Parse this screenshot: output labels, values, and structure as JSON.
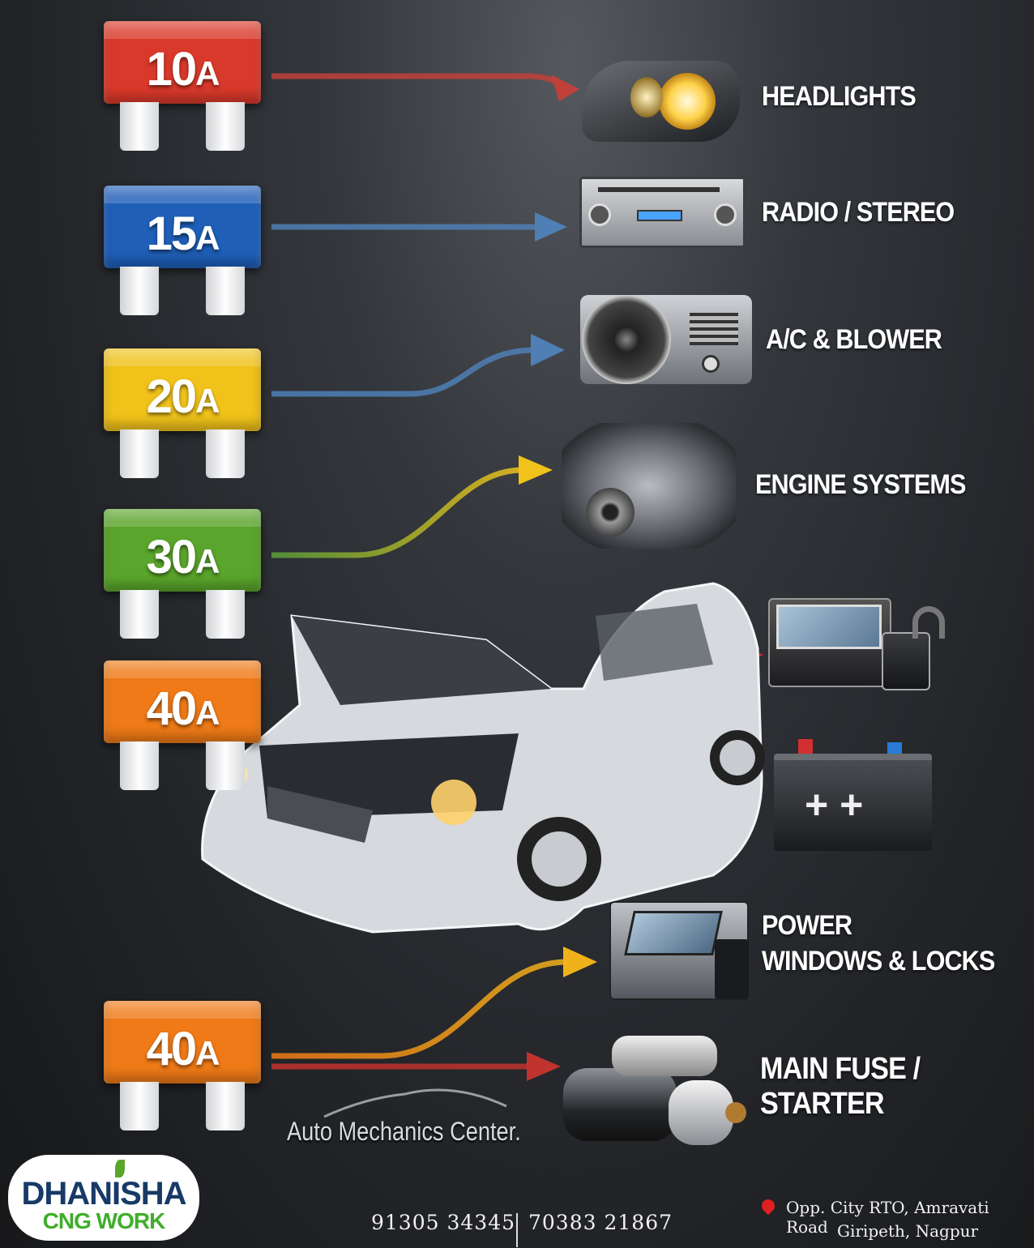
{
  "fuses": [
    {
      "value": "10",
      "unit": "A",
      "color": "#d9392a"
    },
    {
      "value": "15",
      "unit": "A",
      "color": "#1f5fb8"
    },
    {
      "value": "20",
      "unit": "A",
      "color": "#f0c21a"
    },
    {
      "value": "30",
      "unit": "A",
      "color": "#5aa52b"
    },
    {
      "value": "40",
      "unit": "A",
      "color": "#ef7a17"
    },
    {
      "value": "40",
      "unit": "A",
      "color": "#ef7a17"
    }
  ],
  "labels": {
    "headlights": "HEADLIGHTS",
    "radio": "RADIO / STEREO",
    "ac": "A/C & BLOWER",
    "engine": "ENGINE SYSTEMS",
    "windows_1": "POWER",
    "windows_2": "WINDOWS & LOCKS",
    "starter_1": "MAIN FUSE /",
    "starter_2": "STARTER"
  },
  "watermark": "Auto Mechanics Center.",
  "logo": {
    "line1": "DHANISHA",
    "line2": "CNG WORK"
  },
  "contact": {
    "phone1": "91305 34345",
    "phone2": "70383 21867",
    "address1": "Opp. City RTO, Amravati Road",
    "address2": "Giripeth, Nagpur"
  }
}
